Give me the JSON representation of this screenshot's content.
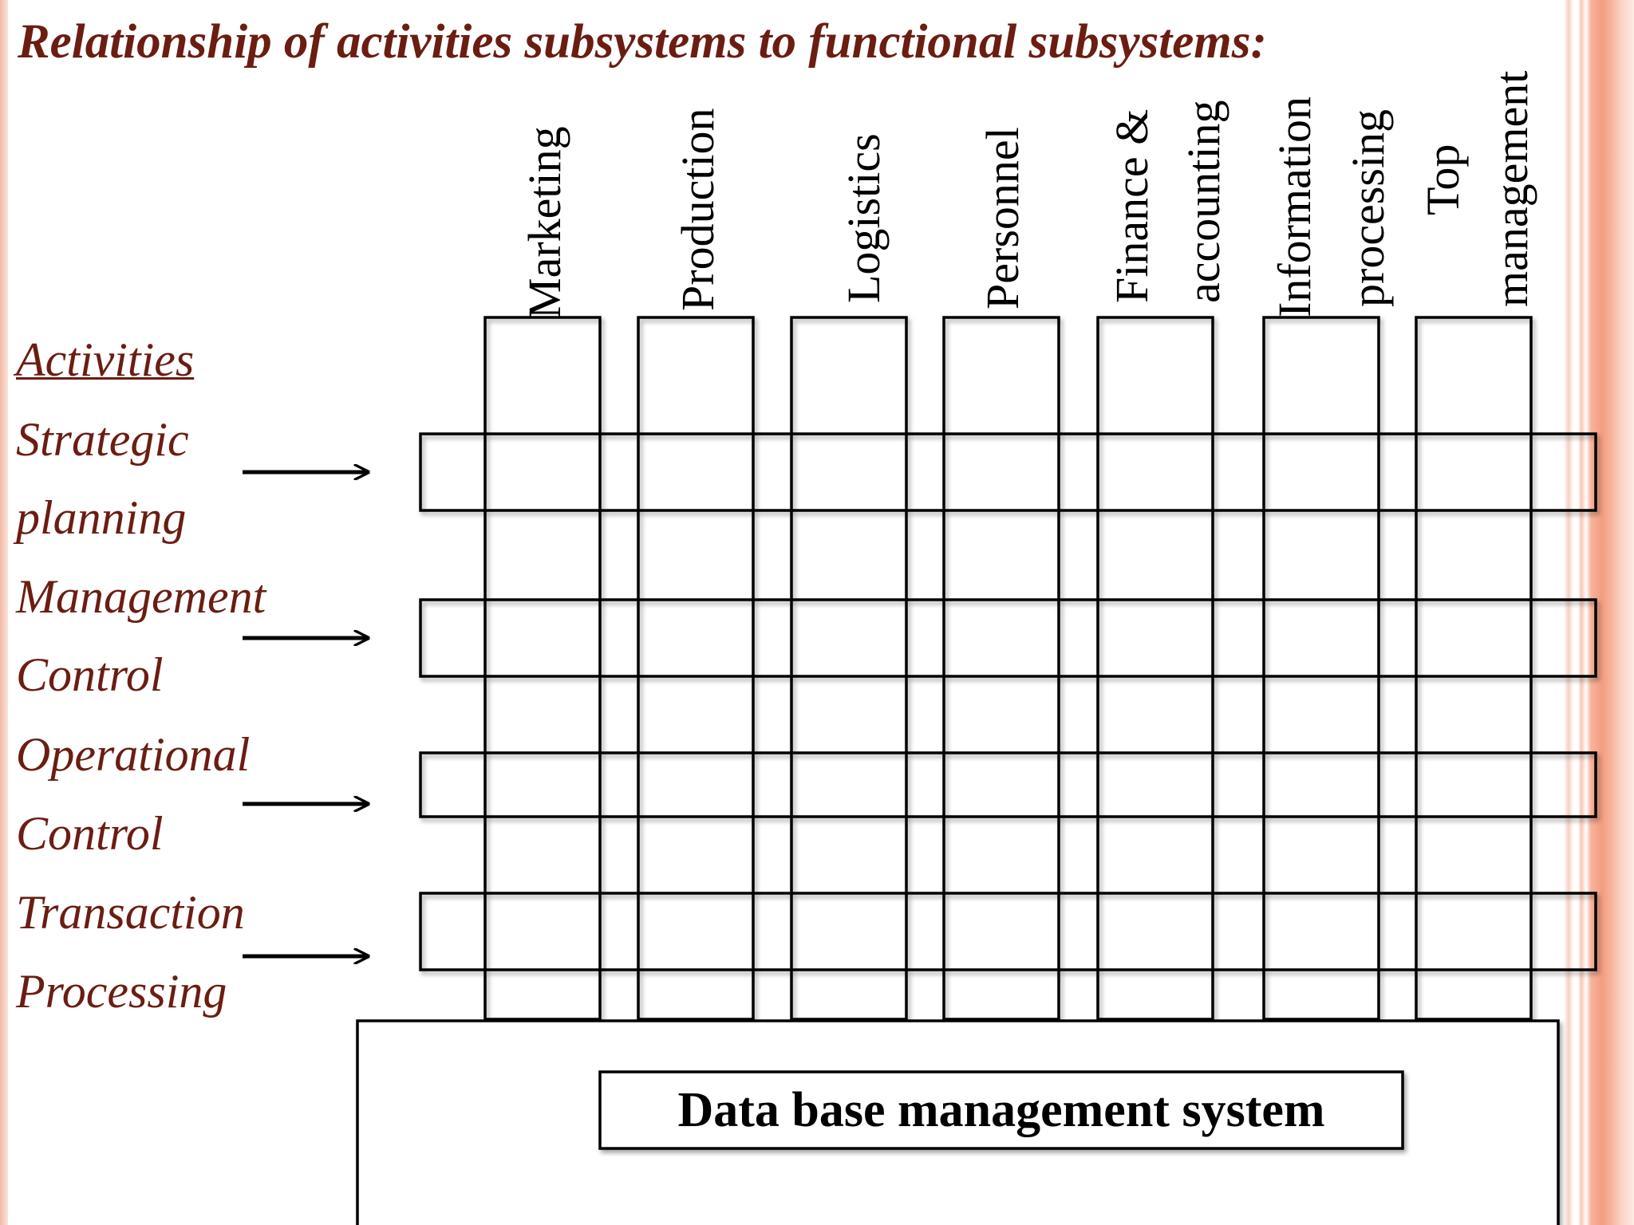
{
  "title": "Relationship of activities subsystems to functional subsystems:",
  "activities": {
    "heading": "Activities",
    "rows": [
      {
        "line1": "Strategic",
        "line2": "planning"
      },
      {
        "line1": "Management",
        "line2": "Control"
      },
      {
        "line1": "Operational",
        "line2": "Control"
      },
      {
        "line1": "Transaction",
        "line2": "Processing"
      }
    ]
  },
  "functional_subsystems": [
    {
      "line1": "Marketing",
      "line2": ""
    },
    {
      "line1": "Production",
      "line2": ""
    },
    {
      "line1": "Logistics",
      "line2": ""
    },
    {
      "line1": "Personnel",
      "line2": ""
    },
    {
      "line1": "Finance &",
      "line2": "accounting"
    },
    {
      "line1": "Information",
      "line2": "processing"
    },
    {
      "line1": "Top",
      "line2": "management"
    }
  ],
  "database": {
    "label": "Data base management system"
  },
  "colors": {
    "label_text": "#6b1d12",
    "lines": "#000000",
    "accent_stripe": "#f39d80"
  }
}
